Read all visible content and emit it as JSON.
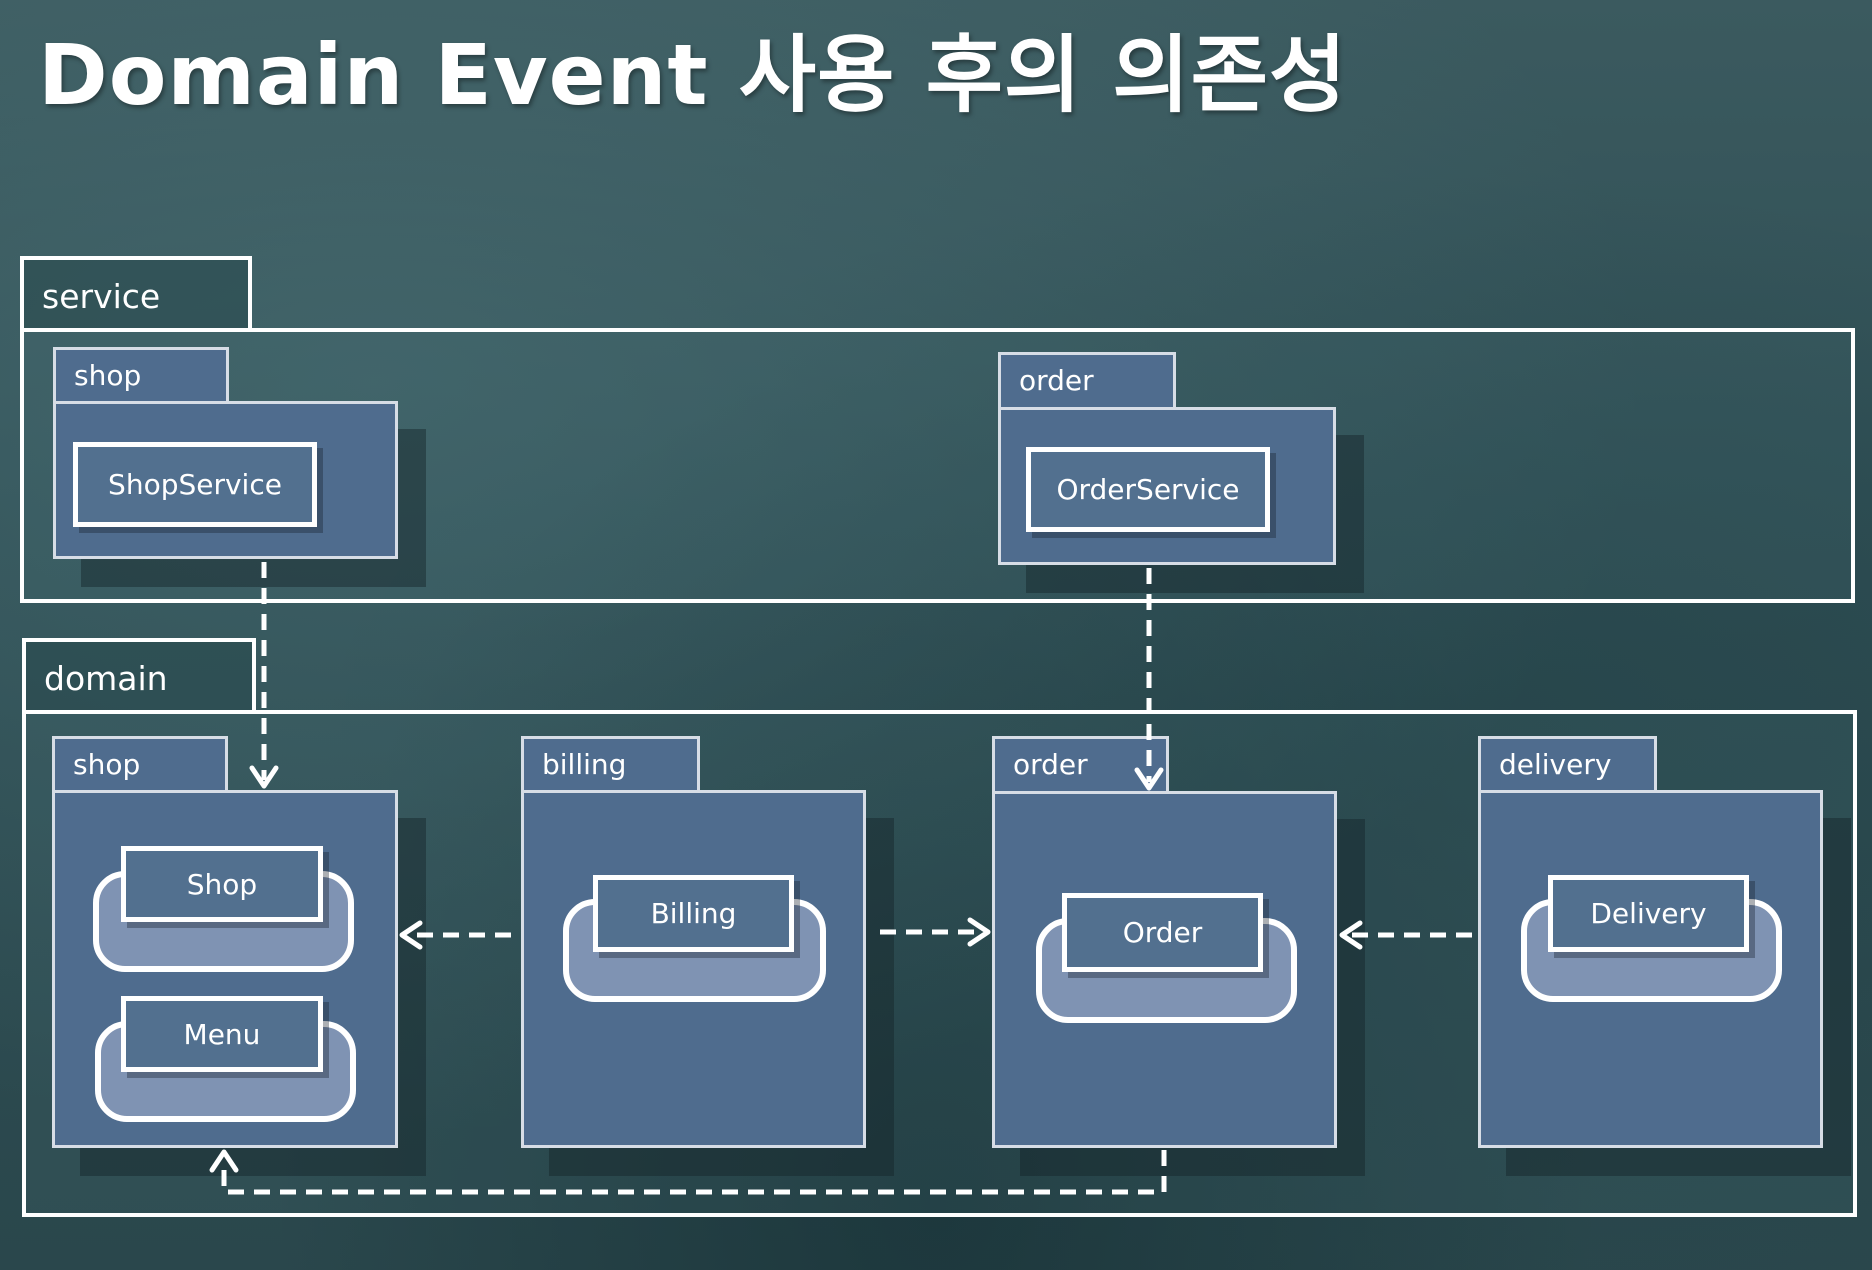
{
  "title": "Domain Event 사용 후의 의존성",
  "layers": {
    "service": {
      "label": "service",
      "packages": {
        "shop": {
          "label": "shop",
          "class_label": "ShopService"
        },
        "order": {
          "label": "order",
          "class_label": "OrderService"
        }
      }
    },
    "domain": {
      "label": "domain",
      "packages": {
        "shop": {
          "label": "shop",
          "classes": [
            "Shop",
            "Menu"
          ]
        },
        "billing": {
          "label": "billing",
          "classes": [
            "Billing"
          ]
        },
        "order": {
          "label": "order",
          "classes": [
            "Order"
          ]
        },
        "delivery": {
          "label": "delivery",
          "classes": [
            "Delivery"
          ]
        }
      }
    }
  },
  "dependencies": [
    {
      "from": "ShopService",
      "to": "domain.shop"
    },
    {
      "from": "OrderService",
      "to": "domain.order"
    },
    {
      "from": "domain.billing",
      "to": "domain.shop"
    },
    {
      "from": "domain.billing",
      "to": "domain.order"
    },
    {
      "from": "domain.delivery",
      "to": "domain.order"
    },
    {
      "from": "domain.order",
      "to": "domain.shop"
    }
  ],
  "colors": {
    "background": "#2f4f55",
    "package_fill": "#4f6c8e",
    "aggregate_fill": "#7f93b3",
    "line": "#ffffff"
  }
}
